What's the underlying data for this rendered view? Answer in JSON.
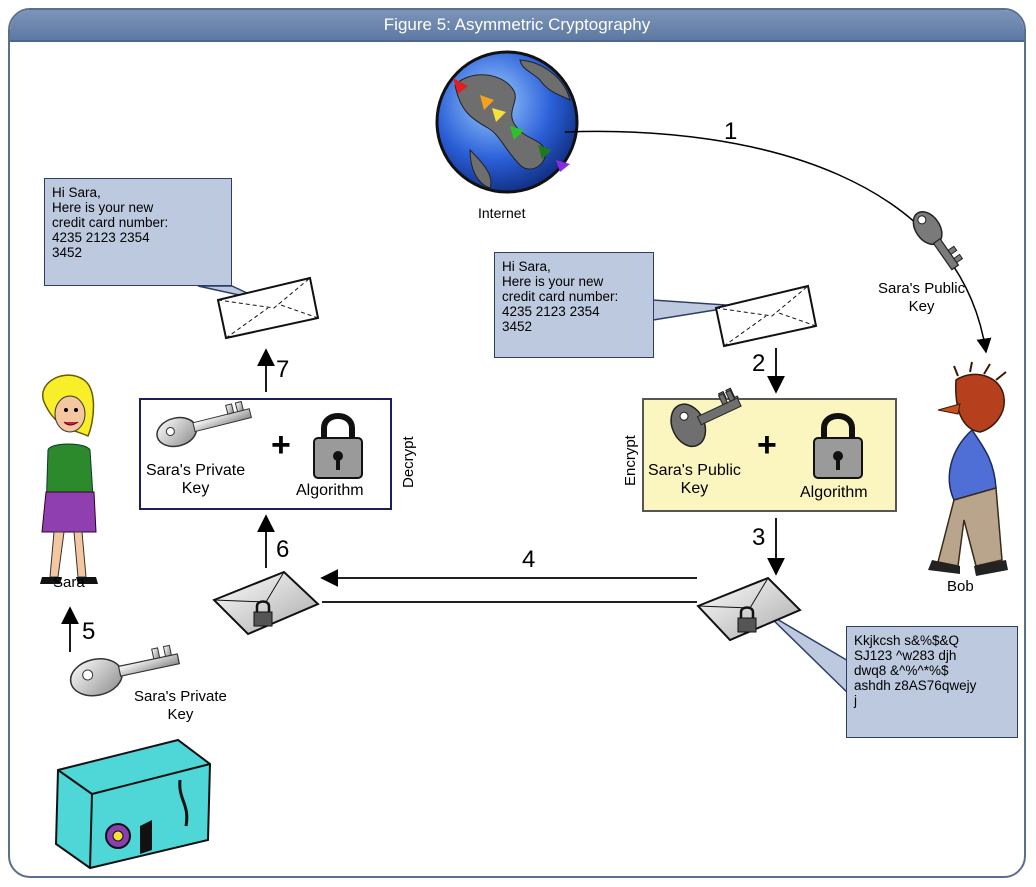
{
  "title": "Figure 5: Asymmetric Cryptography",
  "labels": {
    "internet": "Internet",
    "sara": "Sara",
    "bob": "Bob",
    "sara_public_key_top": "Sara's Public\nKey",
    "sara_private_key_bottom": "Sara's Private\nKey",
    "encrypt_box_key": "Sara's Public\nKey",
    "encrypt_box_algorithm": "Algorithm",
    "decrypt_box_key": "Sara's Private\nKey",
    "decrypt_box_algorithm": "Algorithm",
    "encrypt": "Encrypt",
    "decrypt": "Decrypt",
    "plus": "+"
  },
  "steps": [
    "1",
    "2",
    "3",
    "4",
    "5",
    "6",
    "7"
  ],
  "messages": {
    "plaintext_left": "Hi Sara,\nHere is your new\ncredit card number:\n4235 2123 2354\n3452",
    "plaintext_right": "Hi Sara,\nHere is your new\ncredit card number:\n4235 2123 2354\n3452",
    "ciphertext": "Kkjkcsh s&%$&Q\nSJ123 ^w283 djh\ndwq8 &^%^*%$\nashdh z8AS76qwejy\nj"
  },
  "colors": {
    "title_bar": "#6a84ad",
    "bubble_fill": "#bcc9de",
    "encrypt_box_fill": "#fbf5bf",
    "safe": "#4fd6d6"
  },
  "icons": [
    "globe-icon",
    "key-icon",
    "padlock-icon",
    "envelope-icon",
    "sealed-envelope-icon",
    "safe-icon",
    "person-sara-icon",
    "person-bob-icon"
  ]
}
